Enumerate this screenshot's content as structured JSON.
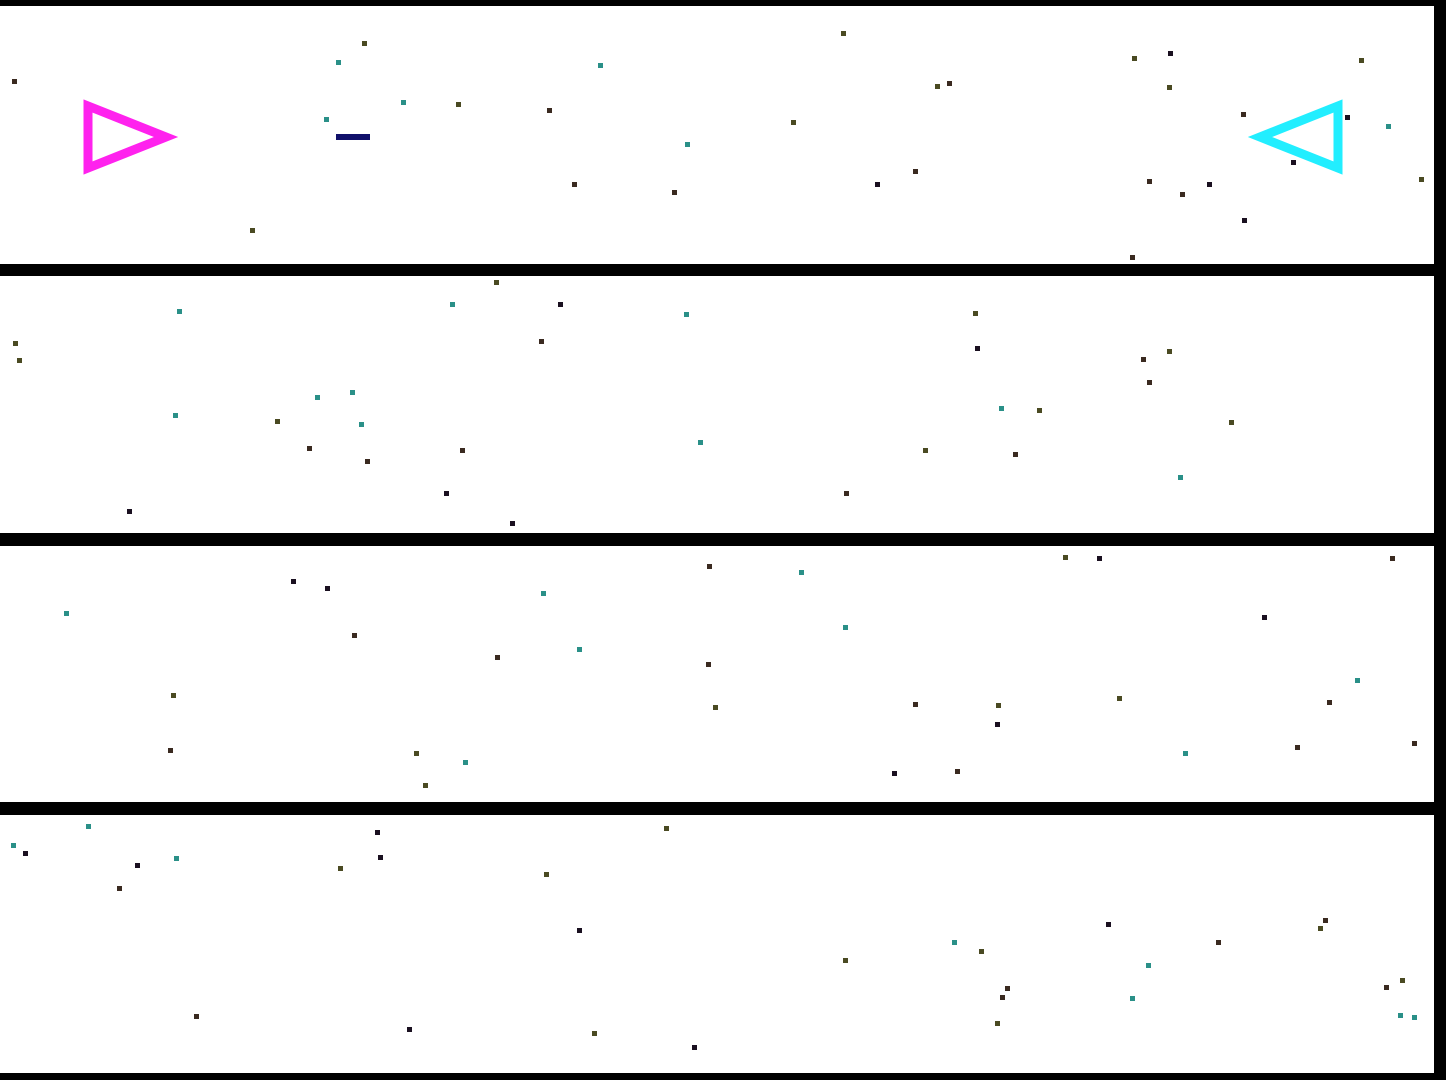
{
  "game": {
    "lanes": 4,
    "player1": {
      "color": "#ff22ee",
      "facing": "right",
      "icon": "triangle-ship-icon"
    },
    "player2": {
      "color": "#22eeff",
      "facing": "left",
      "icon": "triangle-ship-icon"
    },
    "missile": {
      "color": "#10106a"
    },
    "star_colors": [
      "#1a1020",
      "#3a2a20",
      "#4a4a22",
      "#2a9088"
    ],
    "background": "#ffffff",
    "divider_color": "#000000"
  }
}
